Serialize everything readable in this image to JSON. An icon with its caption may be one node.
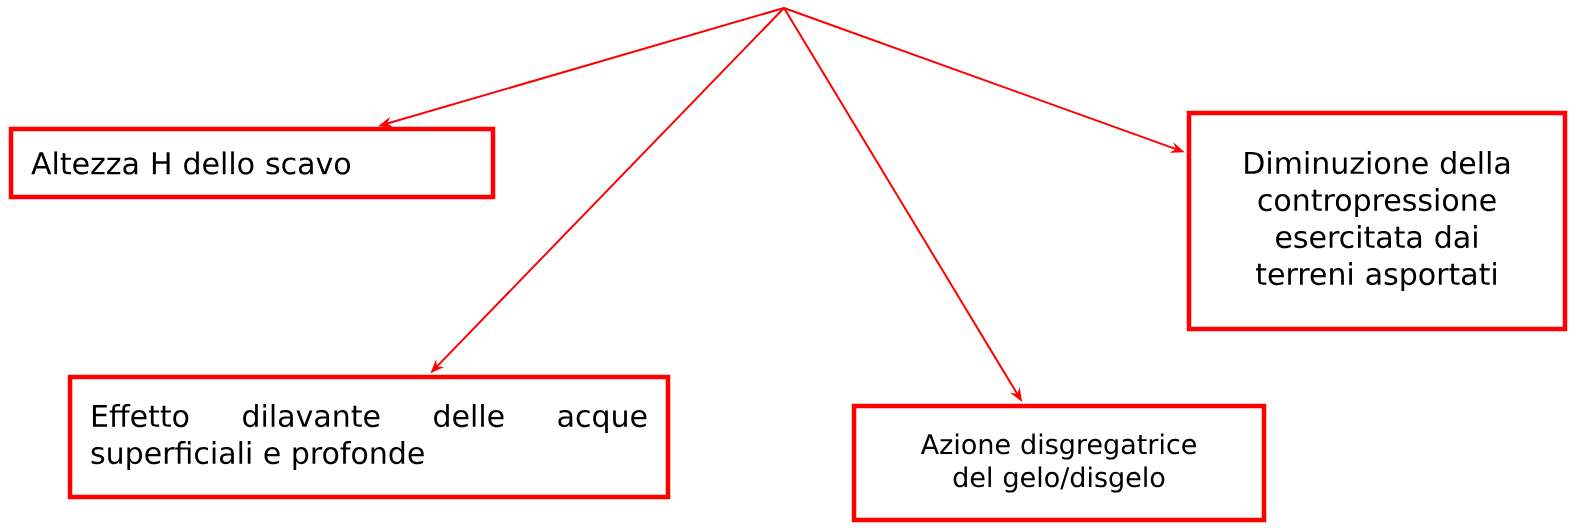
{
  "diagram": {
    "nodes": [
      {
        "text": [
          "Altezza H dello scavo"
        ]
      },
      {
        "text": [
          "Effetto dilavante delle acque superficiali e profonde"
        ]
      },
      {
        "text": [
          "Azione disgregatrice del gelo/disgelo"
        ]
      },
      {
        "text": [
          "Diminuzione della contropressione esercitata dai terreni asportati"
        ]
      }
    ],
    "edges": [
      {
        "from": null,
        "to": 0,
        "arrow": "to"
      },
      {
        "from": null,
        "to": 1,
        "arrow": "to"
      },
      {
        "from": null,
        "to": 2,
        "arrow": "to"
      },
      {
        "from": null,
        "to": 3,
        "arrow": "to"
      }
    ]
  }
}
